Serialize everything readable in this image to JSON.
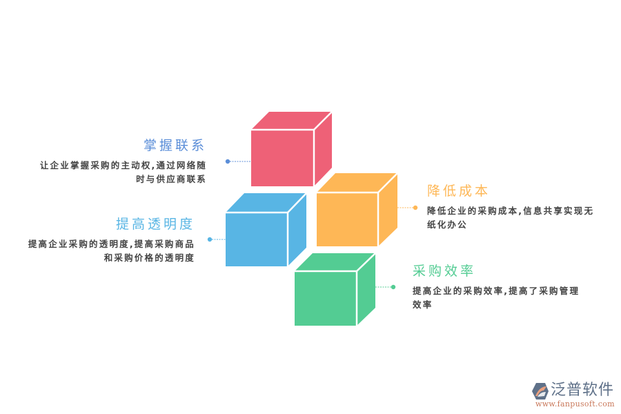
{
  "diagram": {
    "colors": {
      "red": "#ee6177",
      "orange": "#feb756",
      "blue": "#58b5e4",
      "green": "#53cc93",
      "title_red_item": "#5b8ed8",
      "title_blue_item": "#58b5e4",
      "title_orange_item": "#feb756",
      "title_green_item": "#53cc93",
      "desc_text": "#444444"
    },
    "items": [
      {
        "id": "contact",
        "title": "掌握联系",
        "desc_lines": [
          "让企业掌握采购的主动权,通过网络随",
          "时与供应商联系"
        ],
        "cube_color": "red",
        "side": "left"
      },
      {
        "id": "cost",
        "title": "降低成本",
        "desc_lines": [
          "降低企业的采购成本,信息共享实现无",
          "纸化办公"
        ],
        "cube_color": "orange",
        "side": "right"
      },
      {
        "id": "transparency",
        "title": "提高透明度",
        "desc_lines": [
          "提高企业采购的透明度,提高采购商品",
          "和采购价格的透明度"
        ],
        "cube_color": "blue",
        "side": "left"
      },
      {
        "id": "efficiency",
        "title": "采购效率",
        "desc_lines": [
          "提高企业的采购效率,提高了采购管理",
          "效率"
        ],
        "cube_color": "green",
        "side": "right"
      }
    ]
  },
  "logo": {
    "name": "泛普软件",
    "url": "www.fanpusoft.com"
  }
}
